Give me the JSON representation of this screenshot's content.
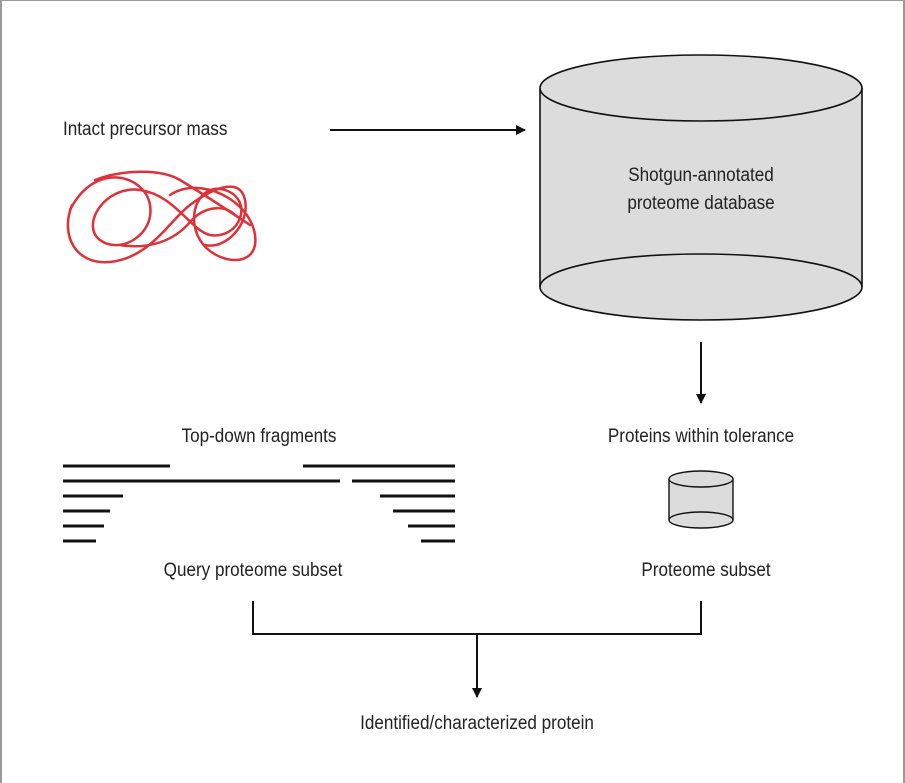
{
  "labels": {
    "intact_precursor_mass": "Intact precursor mass",
    "database_line1": "Shotgun-annotated",
    "database_line2": "proteome database",
    "top_down_fragments": "Top-down fragments",
    "proteins_within_tolerance": "Proteins within tolerance",
    "query_proteome_subset": "Query proteome subset",
    "proteome_subset": "Proteome subset",
    "identified_protein": "Identified/characterized protein"
  },
  "colors": {
    "protein_squiggle": "#e03038",
    "cylinder_fill": "#dcdcdc",
    "stroke": "#111111"
  }
}
